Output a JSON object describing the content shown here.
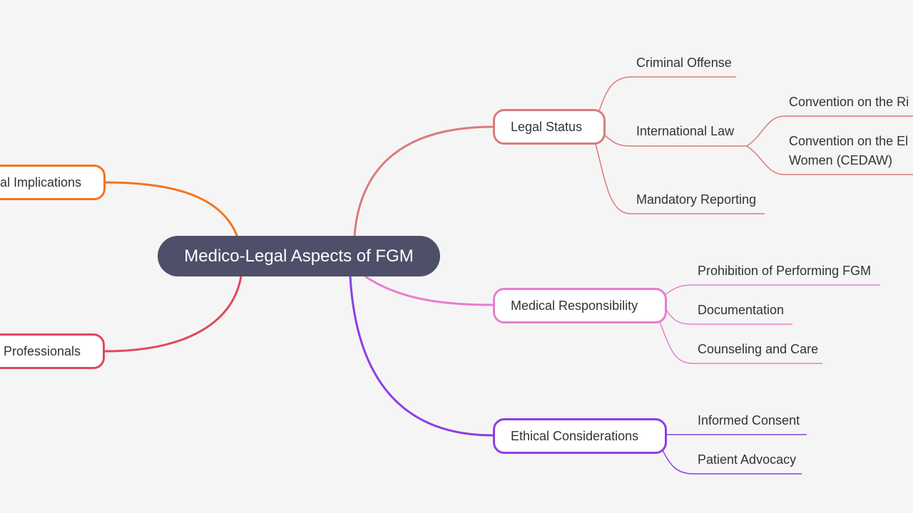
{
  "colors": {
    "background": "#f5f5f5",
    "root": "#4e4f69",
    "legal_status": "#db7b7b",
    "medical_responsibility": "#e67ed0",
    "ethical_considerations": "#8b3ee6",
    "legal_implications": "#f5731b",
    "professionals": "#e0485c"
  },
  "root": {
    "label": "Medico-Legal Aspects of FGM"
  },
  "left_branches": [
    {
      "label": "al Implications"
    },
    {
      "label": "Professionals"
    }
  ],
  "legal_status": {
    "label": "Legal Status",
    "children": [
      "Criminal Offense",
      "International Law",
      "Mandatory Reporting"
    ],
    "international_law_children": [
      "Convention on the Ri",
      "Convention on the El",
      "Women (CEDAW)"
    ]
  },
  "medical_responsibility": {
    "label": "Medical Responsibility",
    "children": [
      "Prohibition of Performing FGM",
      "Documentation",
      "Counseling and Care"
    ]
  },
  "ethical_considerations": {
    "label": "Ethical Considerations",
    "children": [
      "Informed Consent",
      "Patient Advocacy"
    ]
  }
}
